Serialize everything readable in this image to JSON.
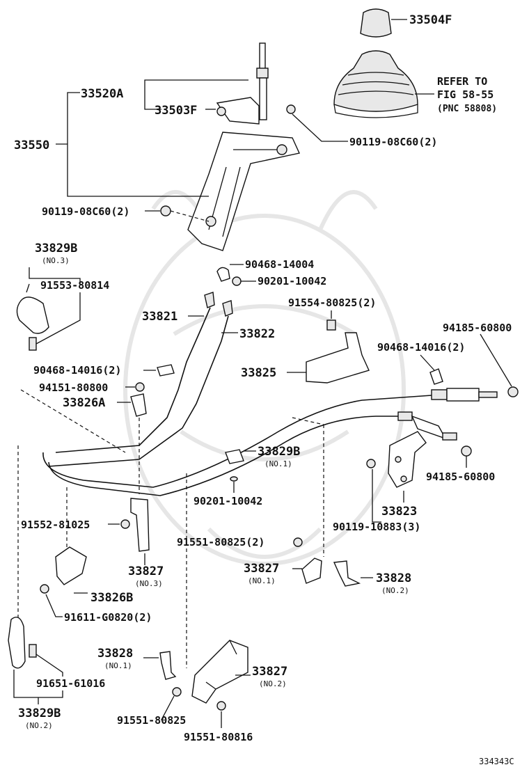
{
  "labels": {
    "shift_knob": "33504F",
    "refer_line1": "REFER TO",
    "refer_line2": "FIG 58-55",
    "refer_line3": "(PNC 58808)",
    "lever_sub_a": "33520A",
    "lever_retainer": "33503F",
    "shift_lever_assy": "33550",
    "bolt_top_right": "90119-08C60(2)",
    "bolt_left": "90119-08C60(2)",
    "clip_33829b_no3": "33829B",
    "clip_33829b_no3_sub": "(NO.3)",
    "bolt_91553": "91553-80814",
    "clip_90468_14004": "90468-14004",
    "washer_90201_top": "90201-10042",
    "cable_33821": "33821",
    "cable_33822": "33822",
    "bolt_91554": "91554-80825(2)",
    "nut_94185_top": "94185-60800",
    "clip_90468_14016_right": "90468-14016(2)",
    "clip_90468_14016_left": "90468-14016(2)",
    "bracket_33825": "33825",
    "nut_94151": "94151-80800",
    "clamp_33826a": "33826A",
    "clip_33829b_no1": "33829B",
    "clip_33829b_no1_sub": "(NO.1)",
    "washer_90201_mid": "90201-10042",
    "nut_94185_bottom": "94185-60800",
    "bracket_33823": "33823",
    "bolt_90119_10883": "90119-10883(3)",
    "bolt_91552": "91552-81025",
    "bracket_33827_no3": "33827",
    "bracket_33827_no3_sub": "(NO.3)",
    "bolt_91551_mid": "91551-80825(2)",
    "bracket_33827_no1": "33827",
    "bracket_33827_no1_sub": "(NO.1)",
    "bracket_33828_no2": "33828",
    "bracket_33828_no2_sub": "(NO.2)",
    "clamp_33826b": "33826B",
    "bolt_91611": "91611-G0820(2)",
    "bracket_33828_no1": "33828",
    "bracket_33828_no1_sub": "(NO.1)",
    "bracket_33827_no2": "33827",
    "bracket_33827_no2_sub": "(NO.2)",
    "bolt_91651": "91651-61016",
    "clip_33829b_no2": "33829B",
    "clip_33829b_no2_sub": "(NO.2)",
    "bolt_91551_bottom_left": "91551-80825",
    "bolt_91551_bottom": "91551-80816",
    "figure_number": "334343C"
  }
}
